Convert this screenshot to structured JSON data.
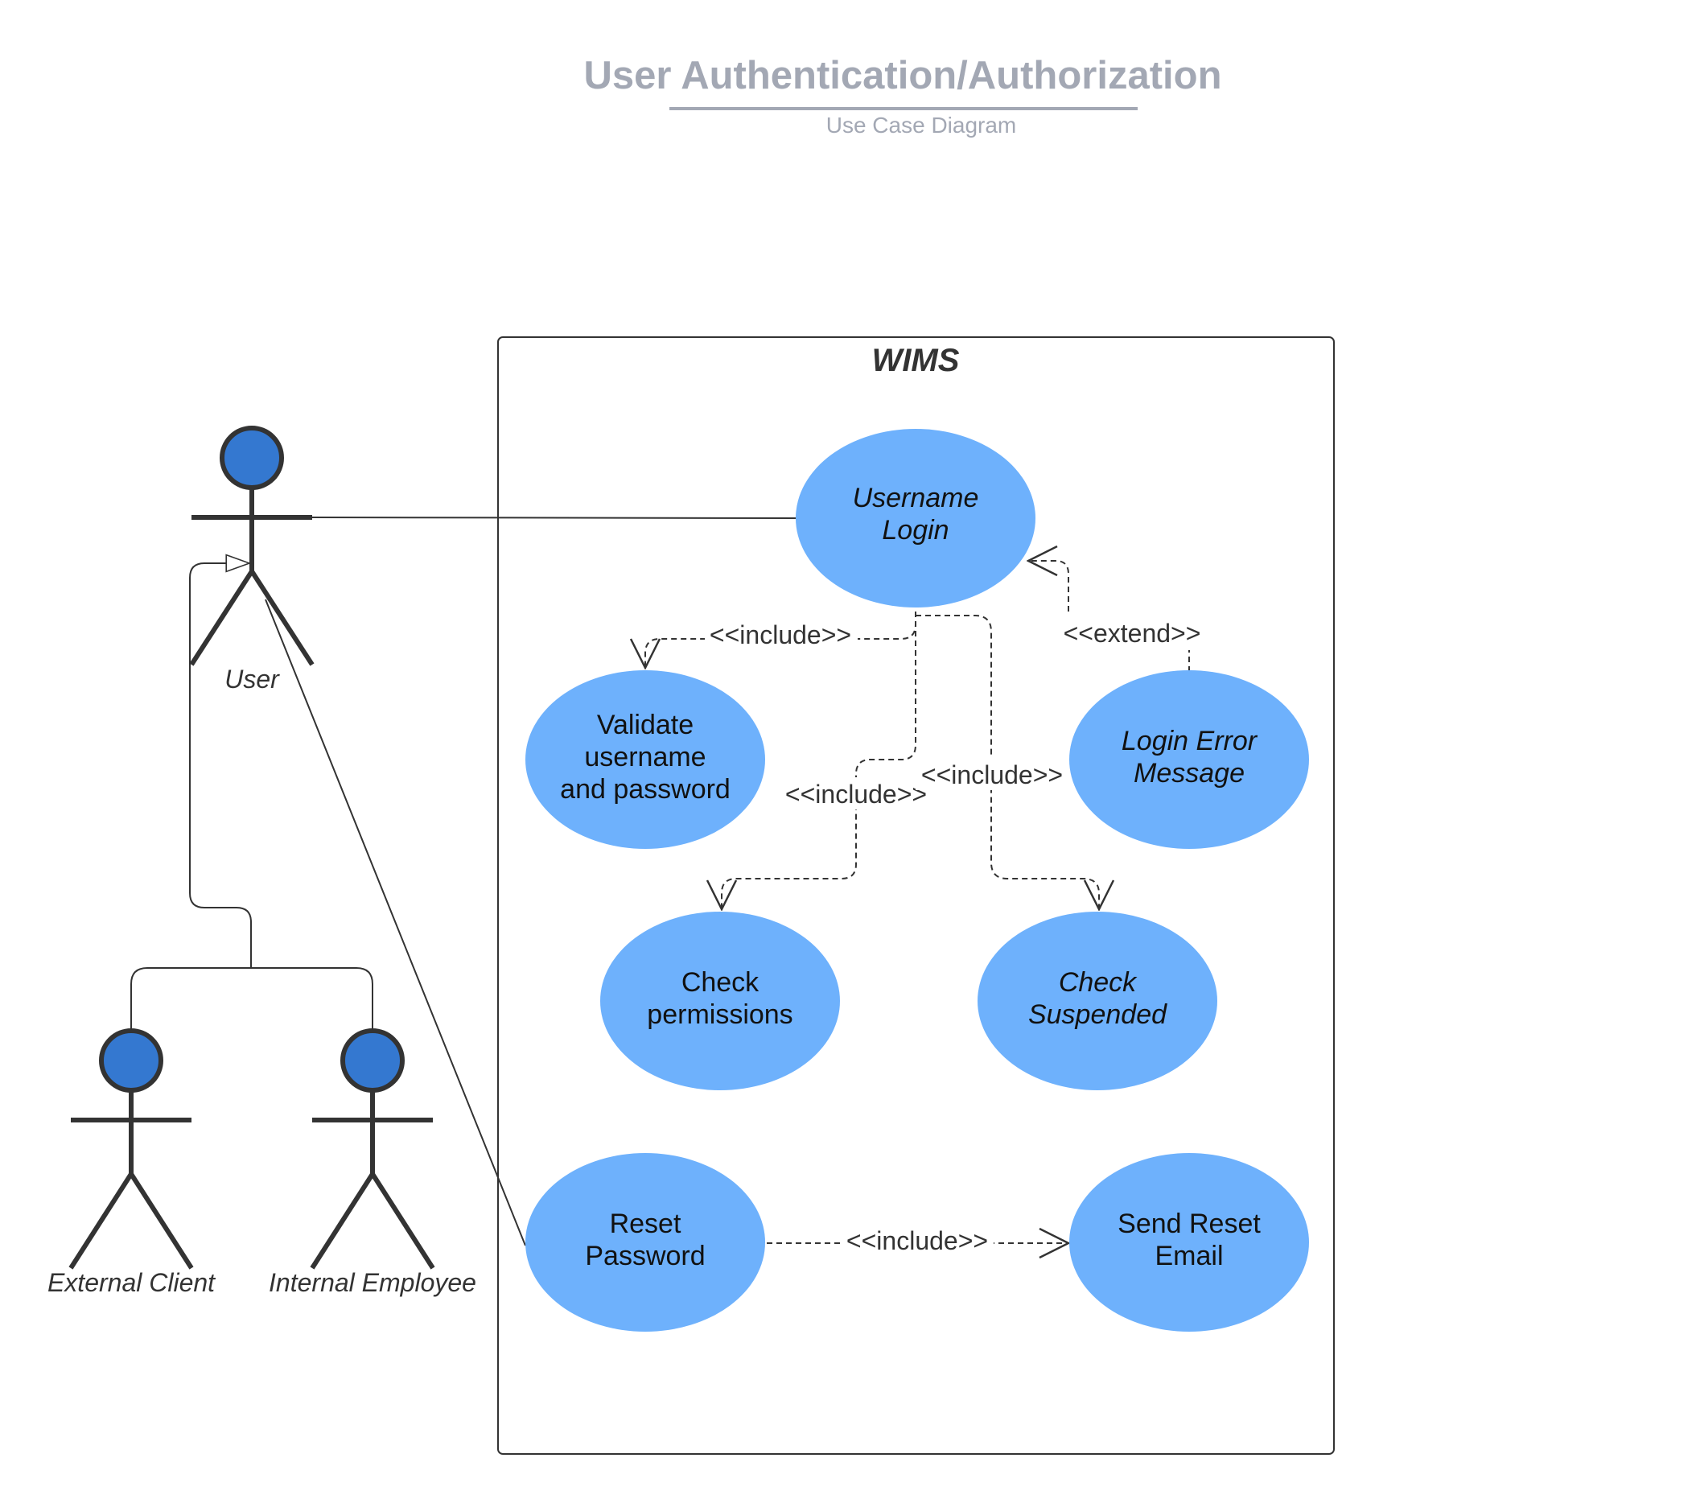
{
  "header": {
    "title": "User Authentication/Authorization",
    "subtitle": "Use Case Diagram"
  },
  "system": {
    "name": "WIMS"
  },
  "actors": {
    "user": "User",
    "external_client": "External Client",
    "internal_employee": "Internal Employee"
  },
  "use_cases": {
    "username_login": [
      "Username",
      "Login"
    ],
    "validate": [
      "Validate",
      "username",
      "and password"
    ],
    "login_error": [
      "Login Error",
      "Message"
    ],
    "check_permissions": [
      "Check",
      "permissions"
    ],
    "check_suspended": [
      "Check",
      "Suspended"
    ],
    "reset_password": [
      "Reset",
      "Password"
    ],
    "send_reset_email": [
      "Send Reset",
      "Email"
    ]
  },
  "relations": {
    "include_validate": "<<include>>",
    "include_permissions": "<<include>>",
    "include_suspended": "<<include>>",
    "extend_error": "<<extend>>",
    "include_reset_email": "<<include>>"
  },
  "colors": {
    "use_case_fill": "#6eb1fc",
    "actor_head": "#3478d0",
    "line": "#333333",
    "title": "#a3a8b4"
  }
}
